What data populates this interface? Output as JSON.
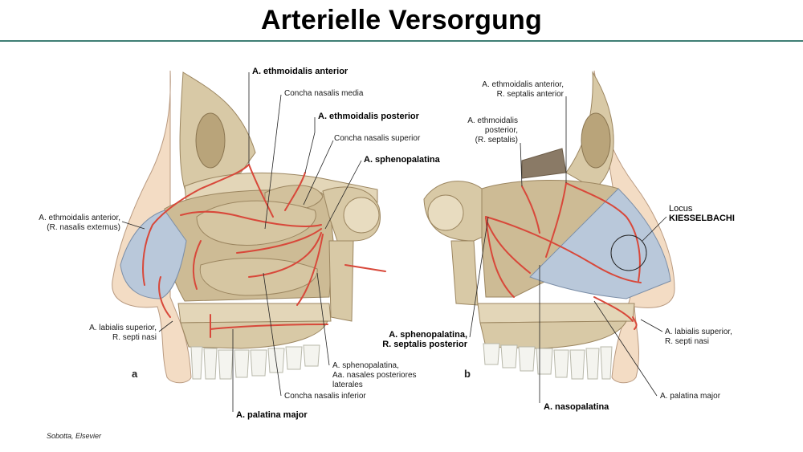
{
  "slide": {
    "title": "Arterielle Versorgung",
    "credit": "Sobotta, Elsevier"
  },
  "panels": {
    "a": "a",
    "b": "b"
  },
  "labels": {
    "eth_ant": "A. ethmoidalis anterior",
    "concha_media": "Concha nasalis media",
    "eth_post": "A. ethmoidalis posterior",
    "concha_sup": "Concha nasalis superior",
    "spheno": "A. sphenopalatina",
    "eth_ant_ext_1": "A. ethmoidalis anterior,",
    "eth_ant_ext_2": "(R. nasalis externus)",
    "lab_sup_a_1": "A. labialis superior,",
    "lab_sup_a_2": "R. septi nasi",
    "spheno_lat_1": "A. sphenopalatina,",
    "spheno_lat_2": "Aa. nasales posteriores",
    "spheno_lat_3": "laterales",
    "concha_inf": "Concha nasalis inferior",
    "pal_major_a": "A. palatina major",
    "b_eth_ant_1": "A. ethmoidalis anterior,",
    "b_eth_ant_2": "R. septalis anterior",
    "b_eth_post_1": "A. ethmoidalis",
    "b_eth_post_2": "posterior,",
    "b_eth_post_3": "(R. septalis)",
    "locus_1": "Locus",
    "locus_2": "KIESSELBACHI",
    "b_spheno_1": "A. sphenopalatina,",
    "b_spheno_2": "R. septalis posterior",
    "b_lab_sup_1": "A. labialis superior,",
    "b_lab_sup_2": "R. septi nasi",
    "b_nasopal": "A. nasopalatina",
    "b_pal_major": "A. palatina major"
  },
  "colors": {
    "rule": "#3f7f74",
    "bone": "#d8c9a6",
    "bone_dark": "#b9a47a",
    "skin": "#f3dcc4",
    "cartilage": "#b9c8da",
    "artery": "#d8483a",
    "teeth": "#f4f4ef"
  }
}
